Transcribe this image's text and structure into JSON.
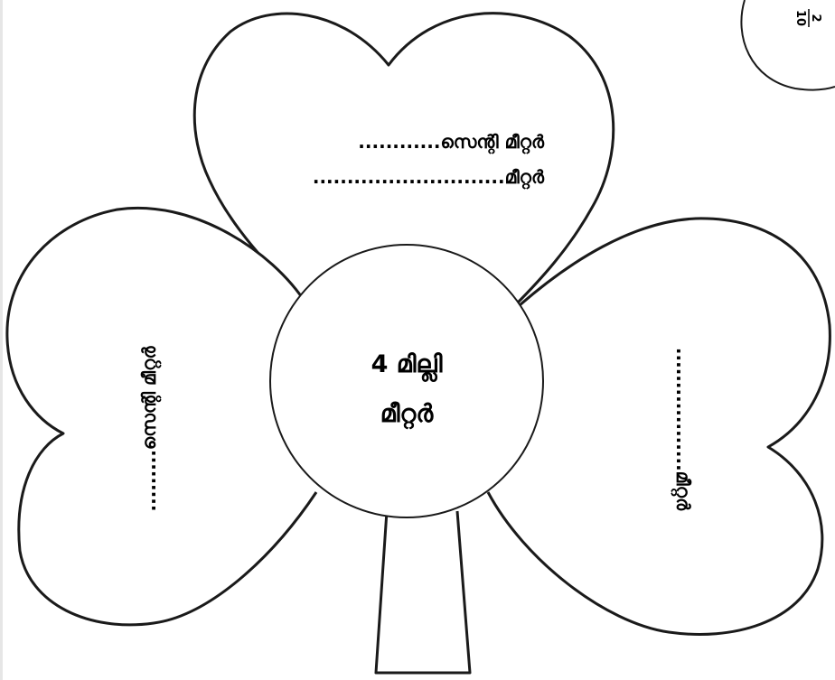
{
  "top_leaf": {
    "line1": "............സെന്റി മീറ്റർ",
    "line2": "............................മീറ്റർ"
  },
  "left_leaf": {
    "text": ".........സെന്റി മീറ്റർ"
  },
  "right_leaf": {
    "text": "..................മീറ്റർ"
  },
  "center": {
    "line1": "4 മില്ലി",
    "line2": "മീറ്റർ"
  },
  "page_number": {
    "numerator": "2",
    "denominator": "10"
  },
  "colors": {
    "outline": "#1a1a1a",
    "background": "#ffffff",
    "text": "#000000"
  }
}
